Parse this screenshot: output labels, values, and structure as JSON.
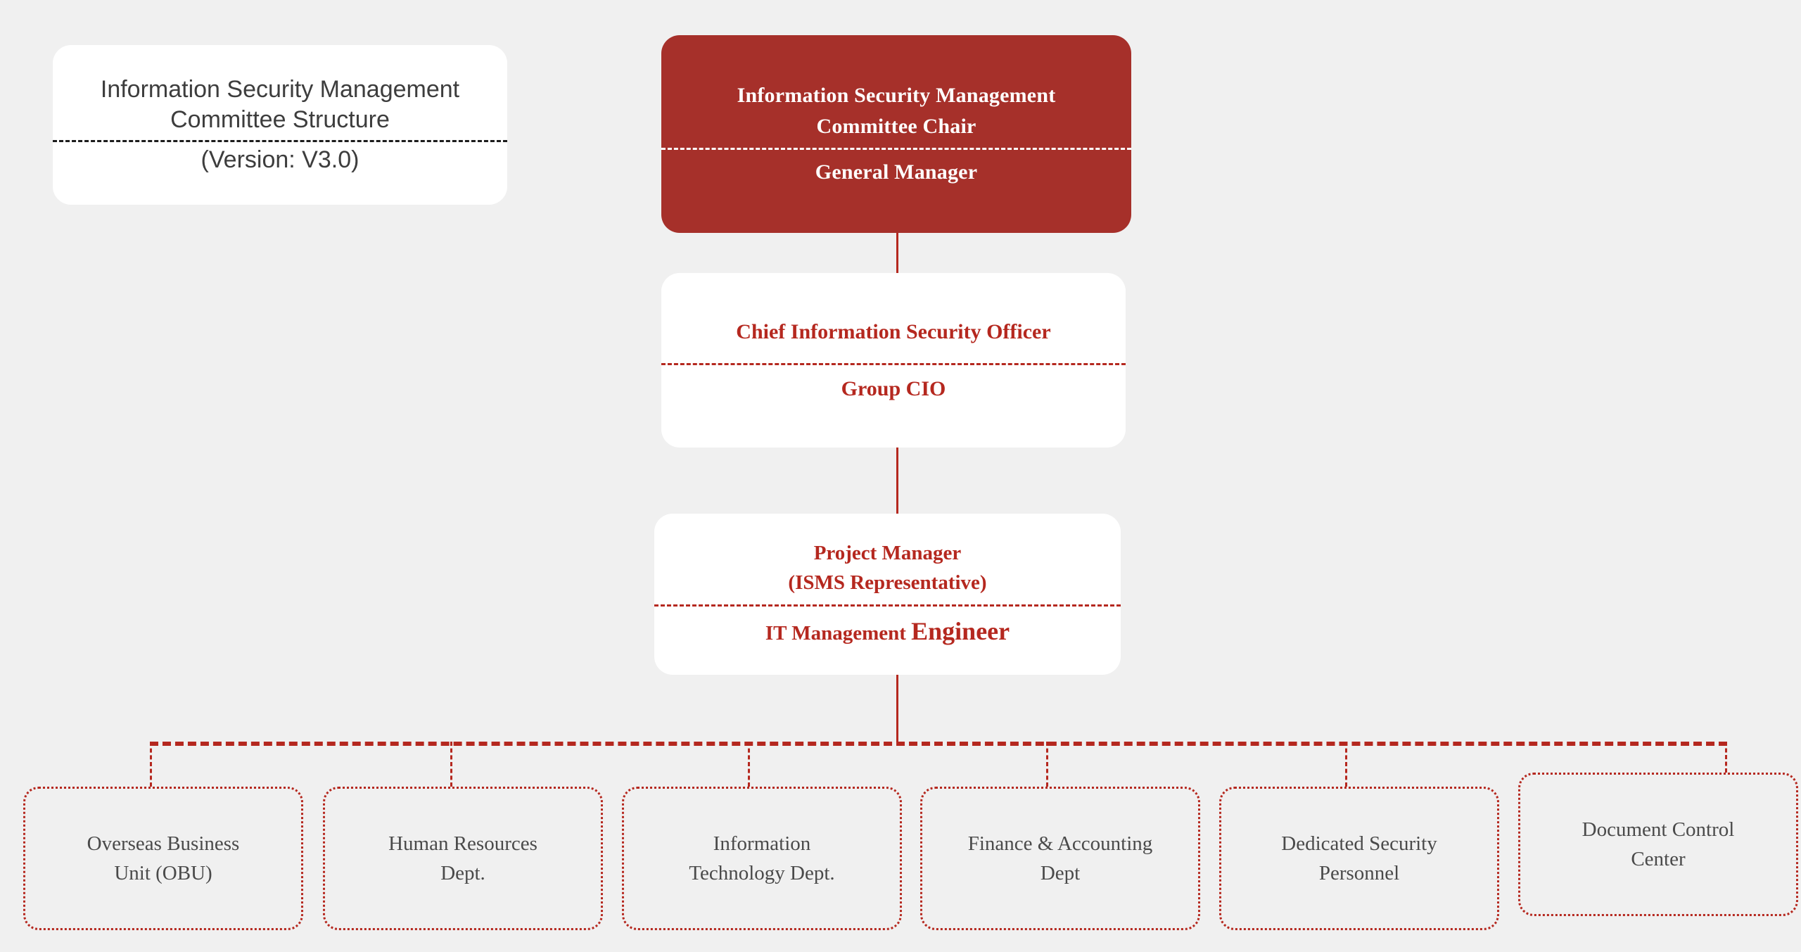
{
  "diagram": {
    "background_color": "#f0f0f0",
    "accent_color": "#a6302a",
    "text_red": "#b5281f",
    "title_card": {
      "heading": "Information Security Management Committee Structure",
      "version": "(Version: V3.0)"
    },
    "nodes": [
      {
        "id": "committee-chair",
        "role": "Information Security Management Committee Chair",
        "role_line1": "Information Security Management",
        "role_line2": "Committee Chair",
        "title": "General Manager",
        "style": "filled-red"
      },
      {
        "id": "ciso",
        "role": "Chief Information Security Officer",
        "title": "Group CIO",
        "style": "white-red-text"
      },
      {
        "id": "project-manager",
        "role_line1": "Project Manager",
        "role_line2": "(ISMS Representative)",
        "title_prefix": "IT Management ",
        "title_emphasis": "Engineer",
        "title": "IT Management Engineer",
        "style": "white-red-text"
      }
    ],
    "departments": [
      {
        "id": "overseas-business-unit",
        "line1": "Overseas Business",
        "line2": "Unit (OBU)"
      },
      {
        "id": "human-resources-dept",
        "line1": "Human Resources",
        "line2": "Dept."
      },
      {
        "id": "information-technology-dept",
        "line1": "Information",
        "line2": "Technology Dept."
      },
      {
        "id": "finance-accounting-dept",
        "line1": "Finance & Accounting",
        "line2": "Dept"
      },
      {
        "id": "dedicated-security-personnel",
        "line1": "Dedicated Security",
        "line2": "Personnel"
      },
      {
        "id": "document-control-center",
        "line1": "Document Control",
        "line2": "Center"
      }
    ]
  }
}
